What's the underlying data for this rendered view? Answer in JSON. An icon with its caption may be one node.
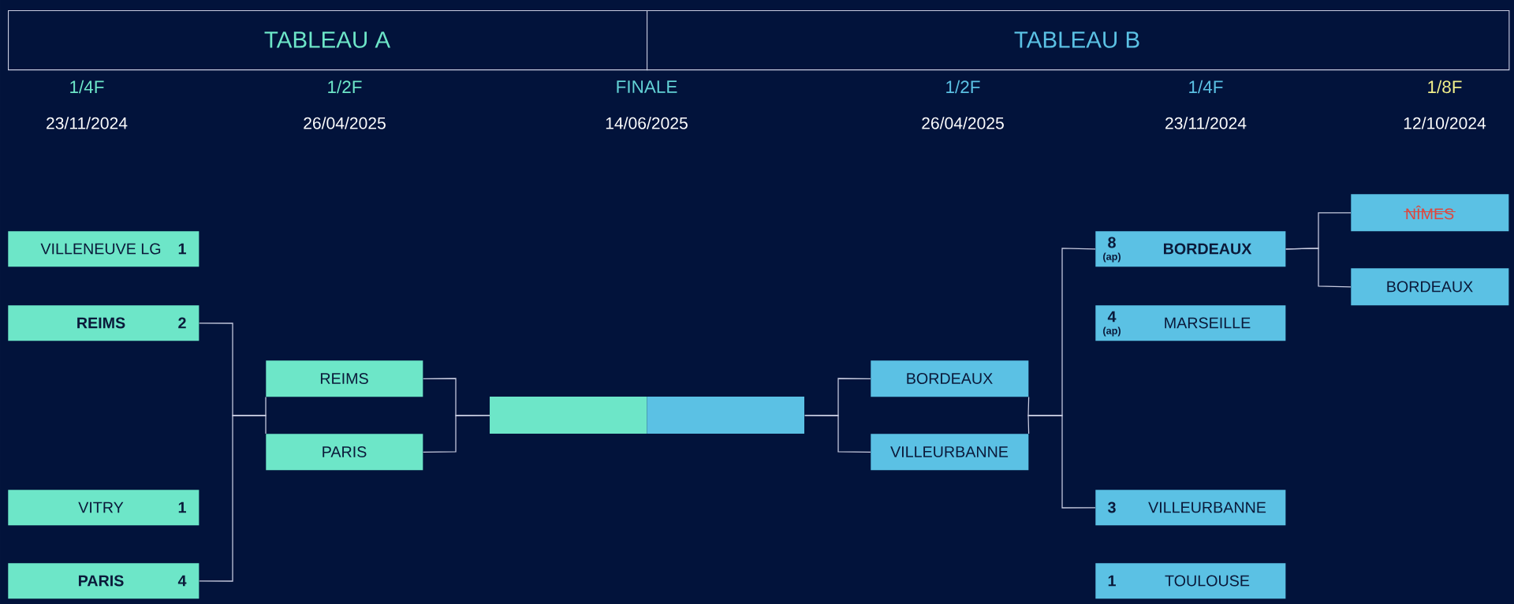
{
  "diagram": {
    "nodes": [
      {
        "text": [
          "TABLEAU A"
        ]
      },
      {
        "text": [
          "TABLEAU B"
        ]
      },
      {
        "text": [
          "NÎMES"
        ]
      },
      {
        "text": [
          "VILLENEUVE LG",
          "1"
        ]
      },
      {
        "text": [
          "8",
          "(ap)",
          "BORDEAUX"
        ]
      },
      {
        "text": [
          "BORDEAUX"
        ]
      },
      {
        "text": [
          "REIMS",
          "2"
        ]
      },
      {
        "text": [
          "4",
          "(ap)",
          "MARSEILLE"
        ]
      },
      {
        "text": [
          "REIMS"
        ]
      },
      {
        "text": [
          "BORDEAUX"
        ]
      },
      {
        "text": [],
        "shape": "box"
      },
      {
        "text": [
          "PARIS"
        ]
      },
      {
        "text": [
          "VILLEURBANNE"
        ]
      },
      {
        "text": [
          "VITRY",
          "1"
        ]
      },
      {
        "text": [
          "3",
          "VILLEURBANNE"
        ]
      },
      {
        "text": [
          "PARIS",
          "4"
        ]
      },
      {
        "text": [
          "1",
          "TOULOUSE"
        ]
      }
    ],
    "edges": [
      {
        "from": 6,
        "to": 8,
        "arrow": "none"
      },
      {
        "from": 15,
        "to": 11,
        "arrow": "none"
      },
      {
        "from": 8,
        "to": 10,
        "arrow": "none"
      },
      {
        "from": 11,
        "to": 10,
        "arrow": "none"
      },
      {
        "from": 9,
        "to": 10,
        "arrow": "none"
      },
      {
        "from": 12,
        "to": 10,
        "arrow": "none"
      },
      {
        "from": 4,
        "to": 9,
        "arrow": "none"
      },
      {
        "from": 14,
        "to": 12,
        "arrow": "none"
      },
      {
        "from": 2,
        "to": 4,
        "arrow": "none"
      },
      {
        "from": 5,
        "to": 4,
        "arrow": "none"
      }
    ],
    "labels": [
      "1/4F",
      "1/2F",
      "FINALE",
      "1/2F",
      "1/4F",
      "1/8F",
      "23/11/2024",
      "26/04/2025",
      "14/06/2025",
      "26/04/2025",
      "23/11/2024",
      "12/10/2024"
    ]
  }
}
